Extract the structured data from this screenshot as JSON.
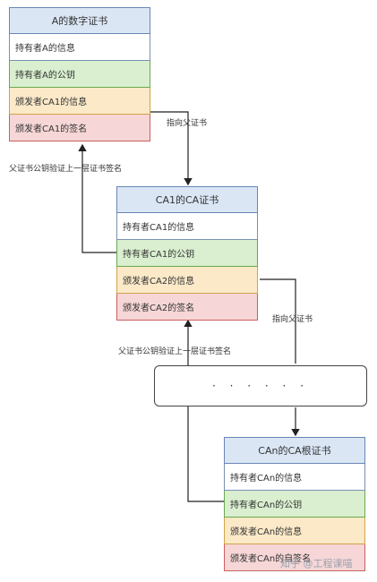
{
  "cert_a": {
    "title": "A的数字证书",
    "rows": [
      "持有者A的信息",
      "持有者A的公钥",
      "颁发者CA1的信息",
      "颁发者CA1的签名"
    ]
  },
  "cert_ca1": {
    "title": "CA1的CA证书",
    "rows": [
      "持有者CA1的信息",
      "持有者CA1的公钥",
      "颁发者CA2的信息",
      "颁发者CA2的签名"
    ]
  },
  "cert_can": {
    "title": "CAn的CA根证书",
    "rows": [
      "持有者CAn的信息",
      "持有者CAn的公钥",
      "颁发者CAn的信息",
      "颁发者CAn的自签名"
    ]
  },
  "labels": {
    "point_parent_1": "指向父证书",
    "point_parent_2": "指向父证书",
    "verify_1": "父证书公钥验证上一层证书签名",
    "verify_2": "父证书公钥验证上一层证书签名"
  },
  "ellipsis": "· · · · · ·",
  "watermark": "知乎 @工程课喵"
}
